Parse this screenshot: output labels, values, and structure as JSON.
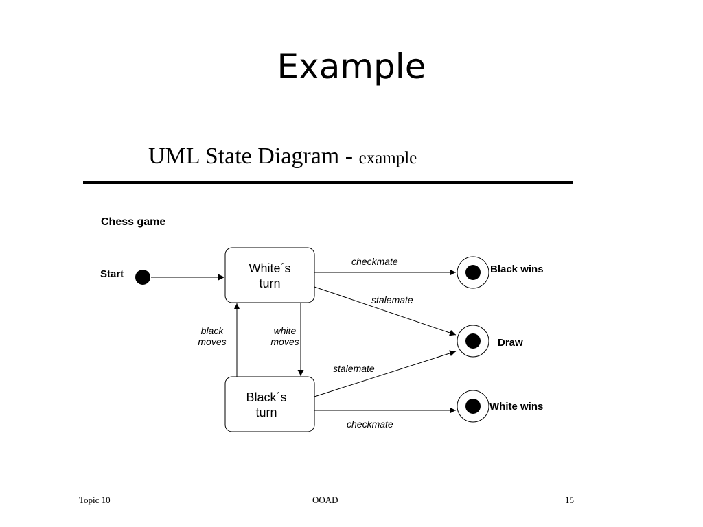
{
  "slide": {
    "title": "Example",
    "subtitle_main": "UML State Diagram - ",
    "subtitle_small": "example"
  },
  "diagram": {
    "name": "Chess game",
    "start_label": "Start",
    "states": {
      "white_turn": [
        "White´s",
        "turn"
      ],
      "black_turn": [
        "Black´s",
        "turn"
      ]
    },
    "finals": {
      "black_wins": "Black wins",
      "draw": "Draw",
      "white_wins": "White wins"
    },
    "transitions": {
      "white_checkmate": "checkmate",
      "white_stalemate": "stalemate",
      "black_moves": [
        "black",
        "moves"
      ],
      "white_moves": [
        "white",
        "moves"
      ],
      "black_stalemate": "stalemate",
      "black_checkmate": "checkmate"
    }
  },
  "footer": {
    "left": "Topic 10",
    "center": "OOAD",
    "right": "15"
  }
}
